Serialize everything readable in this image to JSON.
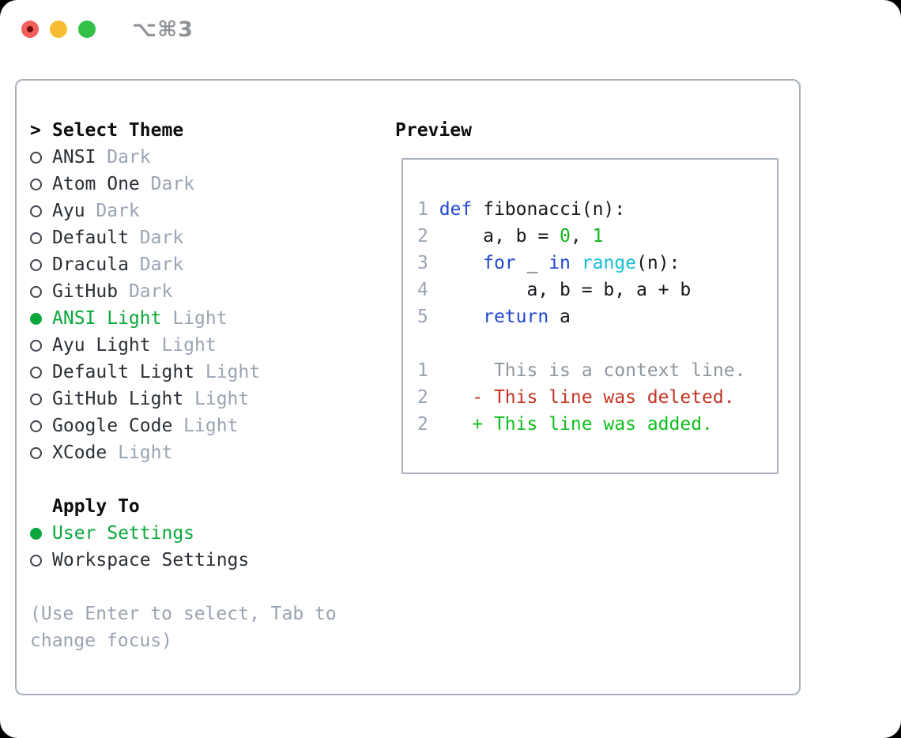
{
  "titlebar": {
    "title": "⌥⌘3",
    "traffic_lights": [
      {
        "name": "close",
        "color": "#f4615c",
        "has_inner_dot": true
      },
      {
        "name": "minimize",
        "color": "#f6bd32",
        "has_inner_dot": false
      },
      {
        "name": "zoom",
        "color": "#32c146",
        "has_inner_dot": false
      }
    ]
  },
  "theme_picker": {
    "header": {
      "marker": ">",
      "label": "Select Theme"
    },
    "items": [
      {
        "name": "ANSI",
        "variant": "Dark",
        "selected": false
      },
      {
        "name": "Atom One",
        "variant": "Dark",
        "selected": false
      },
      {
        "name": "Ayu",
        "variant": "Dark",
        "selected": false
      },
      {
        "name": "Default",
        "variant": "Dark",
        "selected": false
      },
      {
        "name": "Dracula",
        "variant": "Dark",
        "selected": false
      },
      {
        "name": "GitHub",
        "variant": "Dark",
        "selected": false
      },
      {
        "name": "ANSI Light",
        "variant": "Light",
        "selected": true
      },
      {
        "name": "Ayu Light",
        "variant": "Light",
        "selected": false
      },
      {
        "name": "Default Light",
        "variant": "Light",
        "selected": false
      },
      {
        "name": "GitHub Light",
        "variant": "Light",
        "selected": false
      },
      {
        "name": "Google Code",
        "variant": "Light",
        "selected": false
      },
      {
        "name": "XCode",
        "variant": "Light",
        "selected": false
      }
    ]
  },
  "apply_to": {
    "header": "Apply To",
    "options": [
      {
        "name": "User Settings",
        "selected": true
      },
      {
        "name": "Workspace Settings",
        "selected": false
      }
    ]
  },
  "help": {
    "line1": "(Use Enter to select, Tab to",
    "line2": "change focus)"
  },
  "preview": {
    "label": "Preview",
    "code_lines": [
      {
        "kind": "code",
        "segments": [
          {
            "t": "1 ",
            "c": "gut"
          },
          {
            "t": "def",
            "c": "kw"
          },
          {
            "t": " fibonacci(n):",
            "c": "fg"
          }
        ]
      },
      {
        "kind": "code",
        "segments": [
          {
            "t": "2 ",
            "c": "gut"
          },
          {
            "t": "    a, b = ",
            "c": "fg"
          },
          {
            "t": "0",
            "c": "num"
          },
          {
            "t": ", ",
            "c": "fg"
          },
          {
            "t": "1",
            "c": "num"
          }
        ]
      },
      {
        "kind": "code",
        "segments": [
          {
            "t": "3 ",
            "c": "gut"
          },
          {
            "t": "    ",
            "c": "fg"
          },
          {
            "t": "for",
            "c": "kw"
          },
          {
            "t": " _ ",
            "c": "fg"
          },
          {
            "t": "in",
            "c": "kw"
          },
          {
            "t": " ",
            "c": "fg"
          },
          {
            "t": "range",
            "c": "fn"
          },
          {
            "t": "(n):",
            "c": "fg"
          }
        ]
      },
      {
        "kind": "code",
        "segments": [
          {
            "t": "4 ",
            "c": "gut"
          },
          {
            "t": "        a, b = b, a + b",
            "c": "fg"
          }
        ]
      },
      {
        "kind": "code",
        "segments": [
          {
            "t": "5 ",
            "c": "gut"
          },
          {
            "t": "    ",
            "c": "fg"
          },
          {
            "t": "return",
            "c": "kw"
          },
          {
            "t": " a",
            "c": "fg"
          }
        ]
      },
      {
        "kind": "blank",
        "segments": []
      },
      {
        "kind": "diff-context",
        "segments": [
          {
            "t": "1      ",
            "c": "gut"
          },
          {
            "t": "This is a context line.",
            "c": "ctx"
          }
        ]
      },
      {
        "kind": "diff-deleted",
        "segments": [
          {
            "t": "2    ",
            "c": "gut"
          },
          {
            "t": "- This line was deleted.",
            "c": "del"
          }
        ]
      },
      {
        "kind": "diff-added",
        "segments": [
          {
            "t": "2    ",
            "c": "gut"
          },
          {
            "t": "+ This line was added.",
            "c": "add"
          }
        ]
      }
    ]
  },
  "colors": {
    "background": "#ffffff",
    "outer_corner": "#000000",
    "window_border": "#a8b0ba",
    "text": "#2a3036",
    "header_text": "#0b0d0f",
    "muted": "#9aa4b2",
    "selected_green": "#0aa83c",
    "keyword_blue": "#2147d1",
    "function_cyan": "#17bed4",
    "number_green": "#12b41c",
    "diff_deleted_red": "#c53322",
    "diff_added_green": "#10bf1e",
    "gutter_gray": "#9aa5b4",
    "context_gray": "#8e969e",
    "title_gray": "#8f9297",
    "traffic_red": "#f4615c",
    "traffic_yellow": "#f6bd32",
    "traffic_green": "#32c146"
  }
}
